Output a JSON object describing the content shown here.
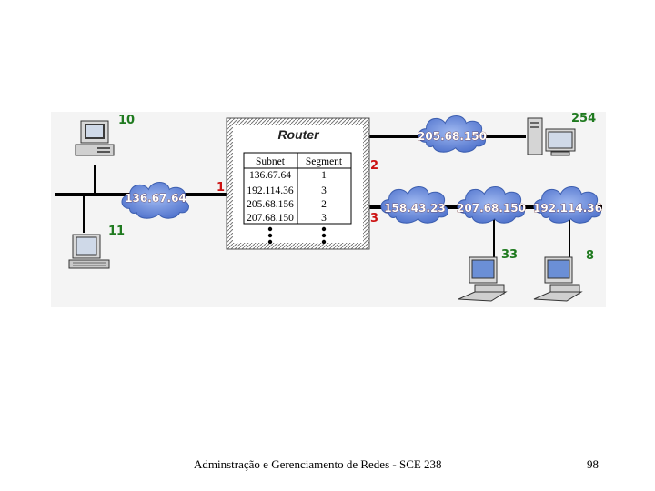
{
  "diagram": {
    "router": {
      "title": "Router",
      "table": {
        "headers": [
          "Subnet",
          "Segment"
        ],
        "rows": [
          {
            "subnet": "136.67.64",
            "segment": "1"
          },
          {
            "subnet": "192.114.36",
            "segment": "3"
          },
          {
            "subnet": "205.68.156",
            "segment": "2"
          },
          {
            "subnet": "207.68.150",
            "segment": "3"
          }
        ]
      },
      "ports": [
        "1",
        "2",
        "3"
      ]
    },
    "subnets": {
      "left": "136.67.64",
      "top_right": "205.68.150",
      "seg3_a": "158.43.23",
      "seg3_b": "207.68.150",
      "seg3_c": "192.114.36"
    },
    "hosts": {
      "left_top": "10",
      "left_bottom": "11",
      "right_top": "254",
      "seg3_b": "33",
      "seg3_c": "8"
    },
    "colors": {
      "cloud_fill": "#6a8ee0",
      "subnet_text": "#ffffff",
      "host_number": "#1f7a1f",
      "port_number": "#cc1111",
      "wire": "#000000"
    }
  },
  "footer": {
    "title": "Adminstração e Gerenciamento de Redes - SCE 238",
    "page": "98"
  }
}
